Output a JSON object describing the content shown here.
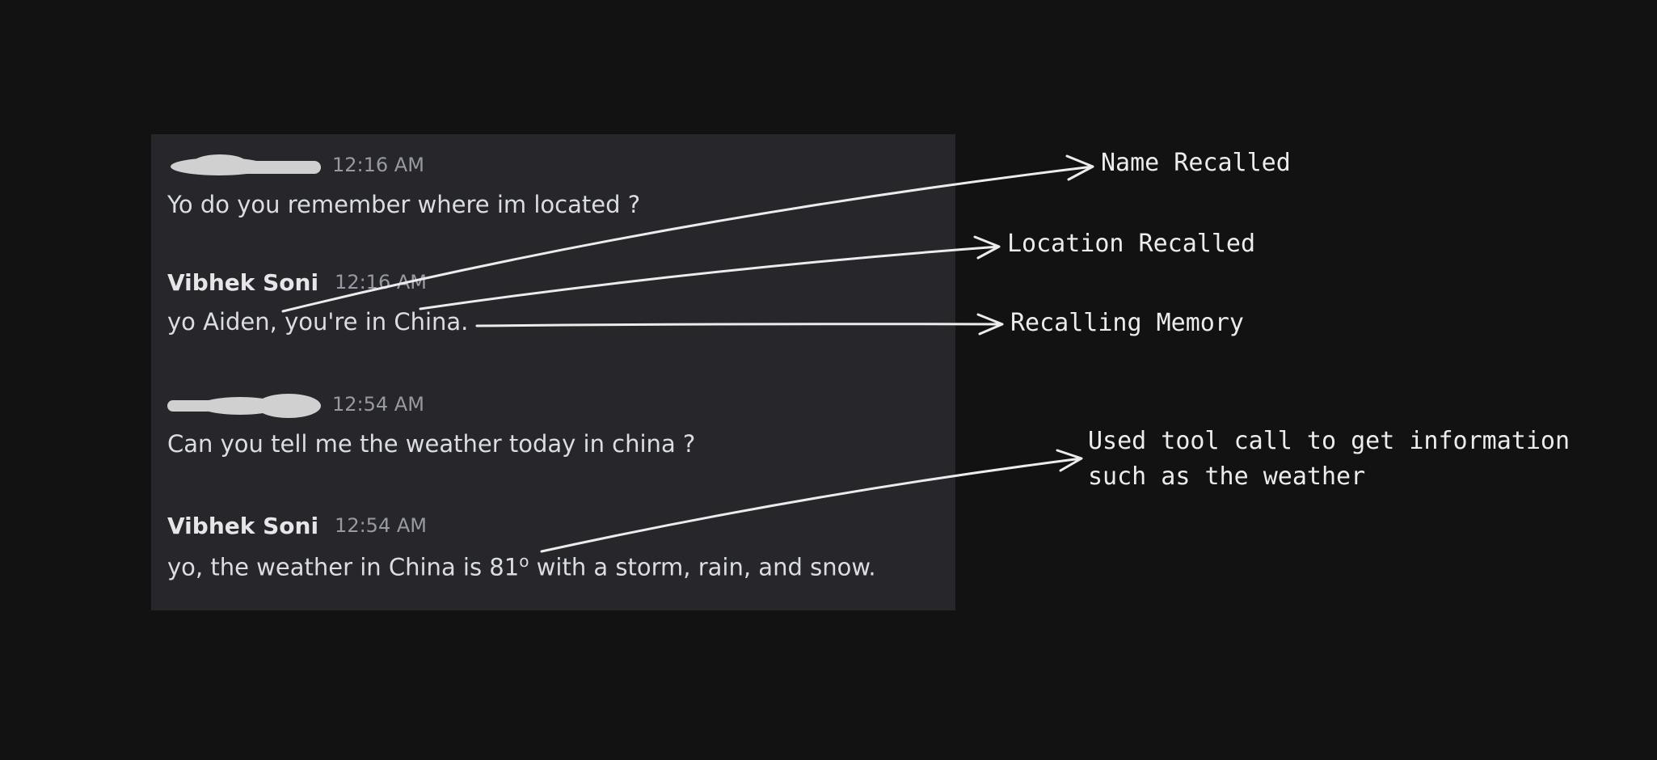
{
  "chat": {
    "messages": [
      {
        "author": "",
        "author_redacted": true,
        "time": "12:16 AM",
        "text": "Yo do you remember where im located ?"
      },
      {
        "author": "Vibhek Soni",
        "author_redacted": false,
        "time": "12:16 AM",
        "text": "yo Aiden, you're in China."
      },
      {
        "author": "",
        "author_redacted": true,
        "time": "12:54 AM",
        "text": "Can you tell me the weather today in china ?"
      },
      {
        "author": "Vibhek Soni",
        "author_redacted": false,
        "time": "12:54 AM",
        "text_before": "yo, the weather in China is 81",
        "degree": "o",
        "text_after": " with a storm, rain, and snow."
      }
    ]
  },
  "annotations": {
    "name_recalled": "Name Recalled",
    "location_recalled": "Location Recalled",
    "recalling_memory": "Recalling Memory",
    "tool_call_line1": "Used tool call to get information",
    "tool_call_line2": "such as the weather"
  },
  "colors": {
    "page_background": "#121212",
    "chat_background": "#27272b",
    "message_text": "#dbdee1",
    "author_text": "#e6e6e9",
    "timestamp_text": "#979aa3",
    "annotation_ink": "#ececec"
  }
}
